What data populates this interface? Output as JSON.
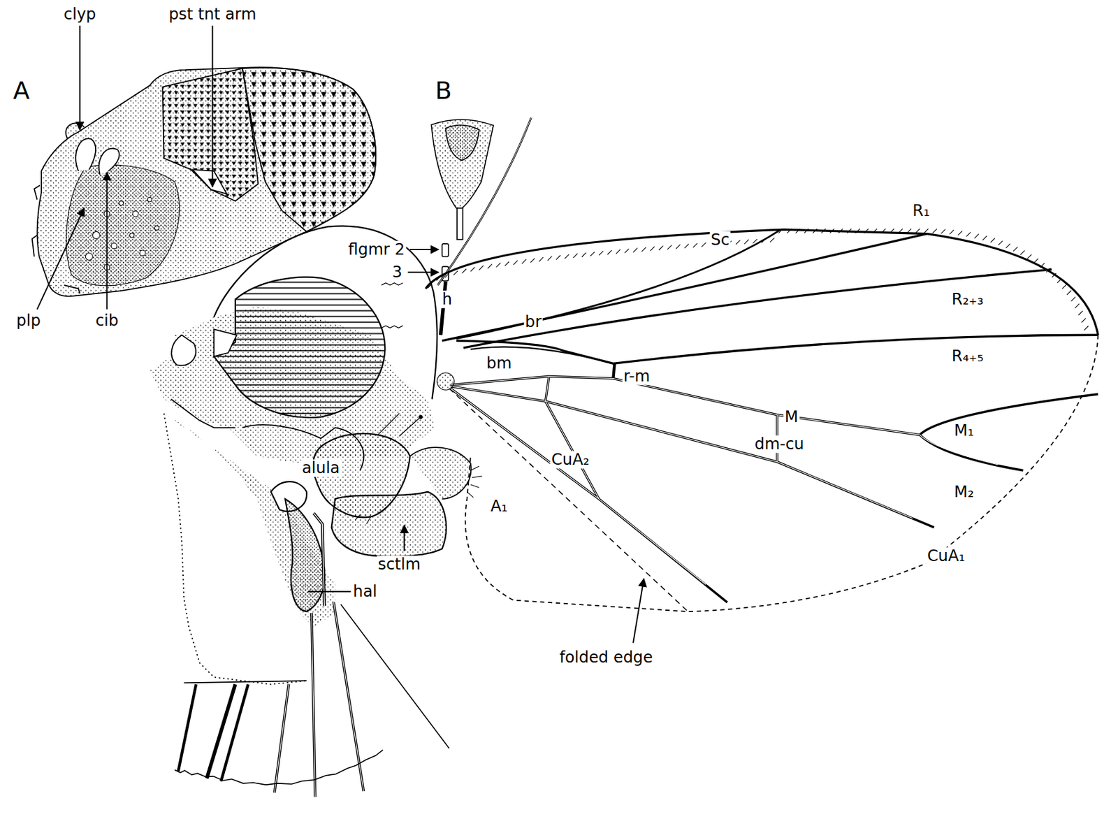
{
  "diagram": {
    "labels": [
      "A",
      "B",
      "clyp",
      "pst tnt arm",
      "plp",
      "cib",
      "flgmr 2",
      "3",
      "R₁",
      "Sc",
      "h",
      "R₂₊₃",
      "br",
      "r-m",
      "R₄₊₅",
      "bm",
      "M",
      "M₁",
      "dm-cu",
      "CuA₂",
      "alula",
      "M₂",
      "A₁",
      "CuA₁",
      "sctlm",
      "hal",
      "folded edge"
    ]
  }
}
